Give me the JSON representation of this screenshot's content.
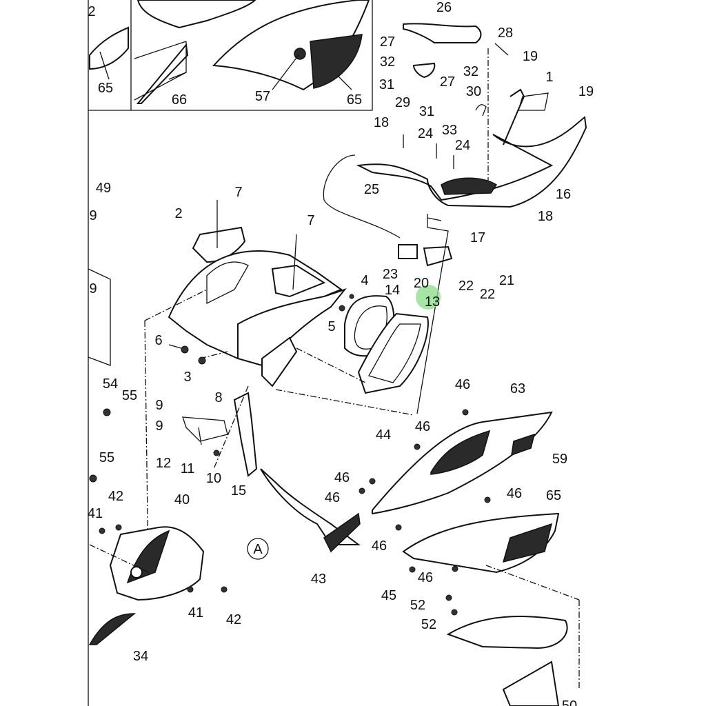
{
  "diagram": {
    "callouts": [
      "2",
      "65",
      "66",
      "57",
      "65",
      "26",
      "27",
      "28",
      "32",
      "32",
      "27",
      "19",
      "1",
      "19",
      "31",
      "29",
      "31",
      "30",
      "18",
      "24",
      "33",
      "24",
      "16",
      "18",
      "25",
      "7",
      "2",
      "7",
      "17",
      "23",
      "20",
      "22",
      "21",
      "22",
      "13",
      "4",
      "14",
      "5",
      "6",
      "3",
      "54",
      "55",
      "46",
      "63",
      "9",
      "8",
      "9",
      "46",
      "44",
      "59",
      "12",
      "11",
      "10",
      "55",
      "15",
      "46",
      "46",
      "46",
      "65",
      "42",
      "40",
      "41",
      "A",
      "46",
      "43",
      "46",
      "45",
      "52",
      "52",
      "41",
      "42",
      "34",
      "50",
      "49",
      "9",
      "9"
    ],
    "highlight_color": "#8fe08f"
  }
}
